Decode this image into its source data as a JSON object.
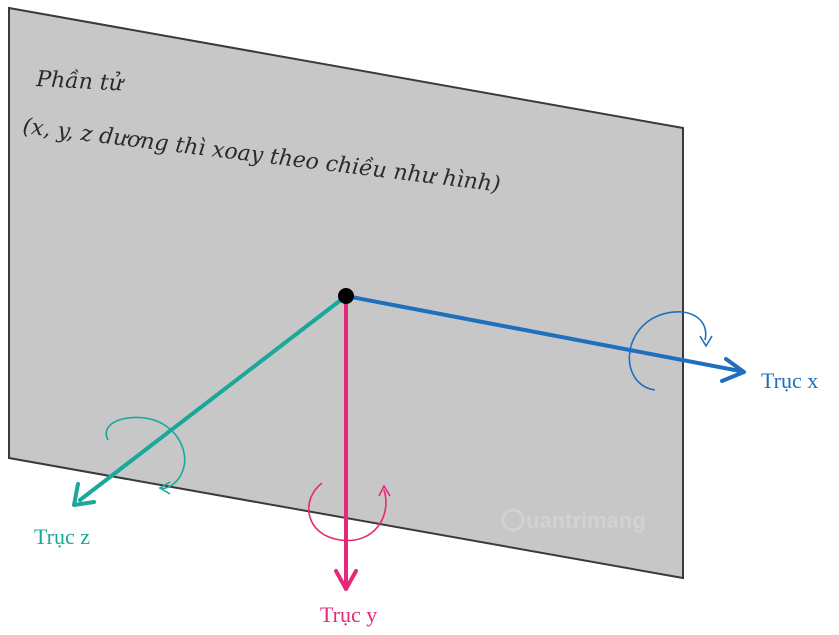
{
  "plane": {
    "title": "Phần tử",
    "subtitle": "(x, y, z dương thì xoay theo chiều như hình)"
  },
  "axes": {
    "x": {
      "label": "Trục x",
      "color": "#1f6fbf"
    },
    "y": {
      "label": "Trục y",
      "color": "#e6287a"
    },
    "z": {
      "label": "Trục z",
      "color": "#1aa89a"
    }
  },
  "watermark": {
    "text": "uantrimang",
    "color": "#d2d2d2"
  },
  "colors": {
    "plane_fill": "#c7c7c7",
    "plane_stroke": "#3a3a3a",
    "origin": "#000000"
  }
}
